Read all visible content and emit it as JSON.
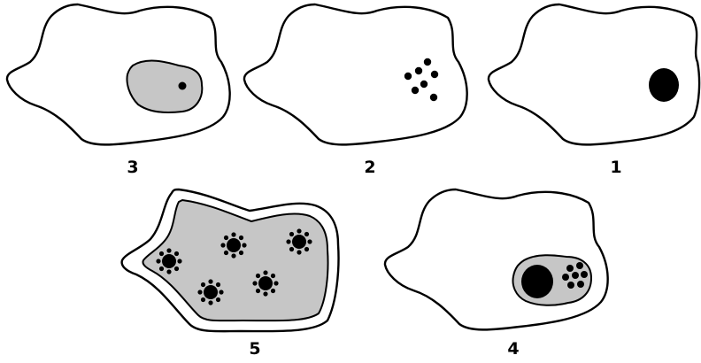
{
  "panels": [
    {
      "label": "3"
    },
    {
      "label": "2"
    },
    {
      "label": "1"
    },
    {
      "label": "5"
    },
    {
      "label": "4"
    }
  ]
}
